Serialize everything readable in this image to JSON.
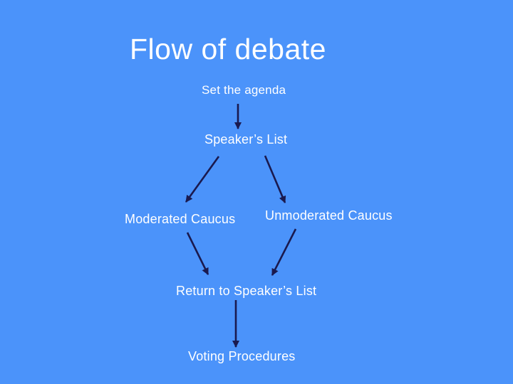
{
  "slide": {
    "title": "Flow of debate",
    "background_color": "#4b93fa",
    "text_color": "#ffffff",
    "arrow_color": "#1a1a4f"
  },
  "diagram": {
    "nodes": [
      {
        "id": "set-the-agenda",
        "label": "Set the agenda"
      },
      {
        "id": "speakers-list",
        "label": "Speaker’s List"
      },
      {
        "id": "moderated-caucus",
        "label": "Moderated Caucus"
      },
      {
        "id": "unmoderated-caucus",
        "label": "Unmoderated Caucus"
      },
      {
        "id": "return-to-speakers-list",
        "label": "Return to Speaker’s List"
      },
      {
        "id": "voting-procedures",
        "label": "Voting Procedures"
      }
    ],
    "edges": [
      {
        "from": "set-the-agenda",
        "to": "speakers-list"
      },
      {
        "from": "speakers-list",
        "to": "moderated-caucus"
      },
      {
        "from": "speakers-list",
        "to": "unmoderated-caucus"
      },
      {
        "from": "moderated-caucus",
        "to": "return-to-speakers-list"
      },
      {
        "from": "unmoderated-caucus",
        "to": "return-to-speakers-list"
      },
      {
        "from": "return-to-speakers-list",
        "to": "voting-procedures"
      }
    ]
  }
}
